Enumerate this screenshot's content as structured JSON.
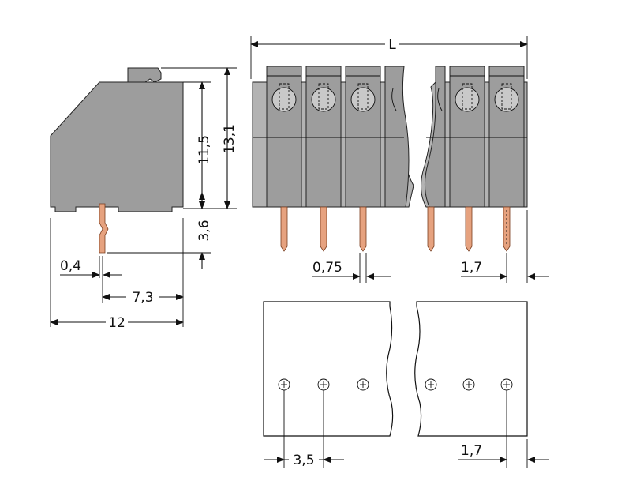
{
  "dimensions": {
    "length": "L",
    "width_total": "12",
    "width_pin": "7,3",
    "pin_thickness": "0,4",
    "height_body": "11,5",
    "height_total": "13,1",
    "pin_length": "3,6",
    "pin_width": "0,75",
    "edge_offset_top": "1,7",
    "pitch": "3,5",
    "edge_offset_bottom": "1,7"
  },
  "colors": {
    "housing": "#9d9d9d",
    "housing_light": "#b3b3b3",
    "pin": "#e6a27f",
    "line": "#111111"
  }
}
